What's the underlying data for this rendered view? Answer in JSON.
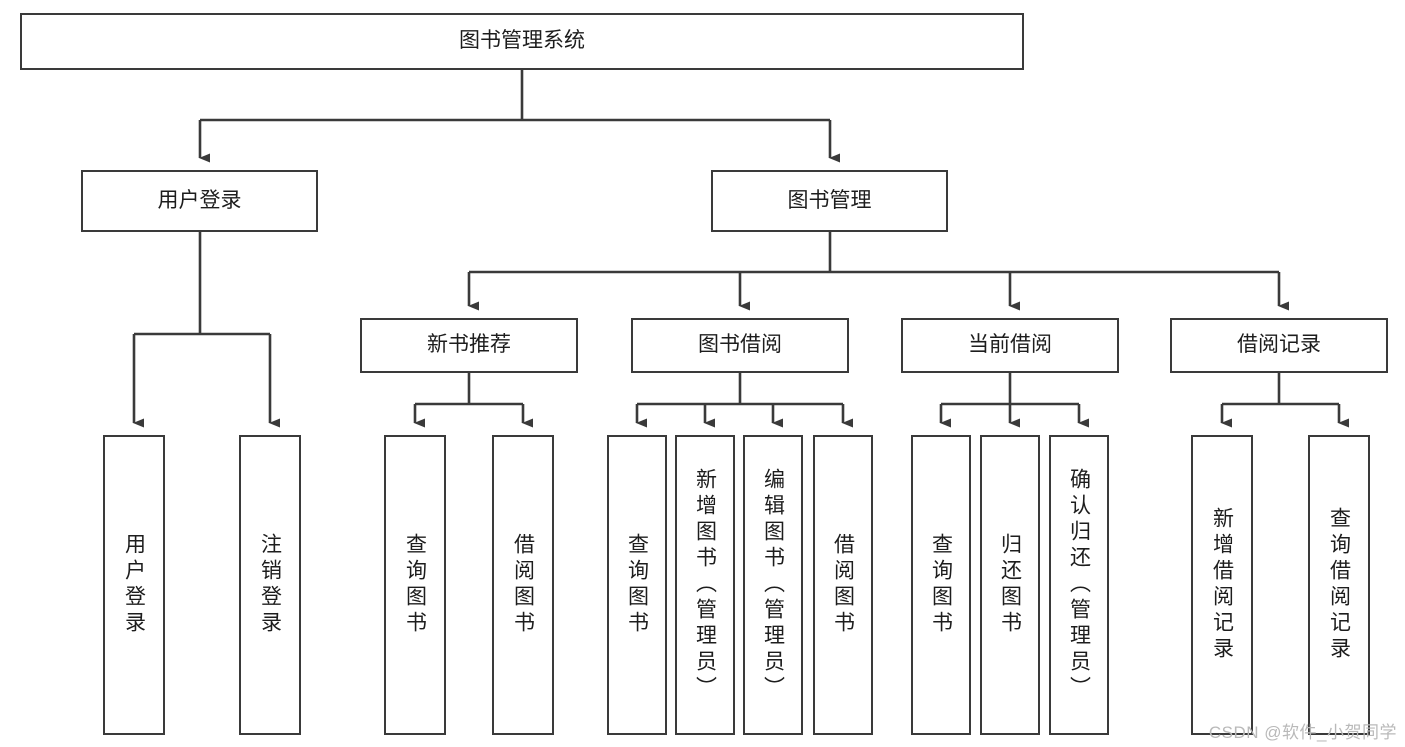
{
  "diagram": {
    "type": "tree-hierarchy",
    "title": "图书管理系统",
    "root": {
      "label": "图书管理系统"
    },
    "level2": [
      {
        "label": "用户登录"
      },
      {
        "label": "图书管理"
      }
    ],
    "level3": [
      {
        "label": "新书推荐"
      },
      {
        "label": "图书借阅"
      },
      {
        "label": "当前借阅"
      },
      {
        "label": "借阅记录"
      }
    ],
    "leaves": {
      "user_login": [
        {
          "label": "用户登录"
        },
        {
          "label": "注销登录"
        }
      ],
      "new_book_recommend": [
        {
          "label": "查询图书"
        },
        {
          "label": "借阅图书"
        }
      ],
      "book_borrow": [
        {
          "label": "查询图书"
        },
        {
          "label": "新增图书（管理员）"
        },
        {
          "label": "编辑图书（管理员）"
        },
        {
          "label": "借阅图书"
        }
      ],
      "current_borrow": [
        {
          "label": "查询图书"
        },
        {
          "label": "归还图书"
        },
        {
          "label": "确认归还（管理员）"
        }
      ],
      "borrow_record": [
        {
          "label": "新增借阅记录"
        },
        {
          "label": "查询借阅记录"
        }
      ]
    }
  },
  "watermark": {
    "text": "CSDN @软件_小贺同学"
  },
  "colors": {
    "box_border": "#3a3a3a",
    "box_fill": "#ffffff",
    "text": "#1d1d1d",
    "wire": "#3a3a3a",
    "watermark": "#b9b9b9"
  }
}
